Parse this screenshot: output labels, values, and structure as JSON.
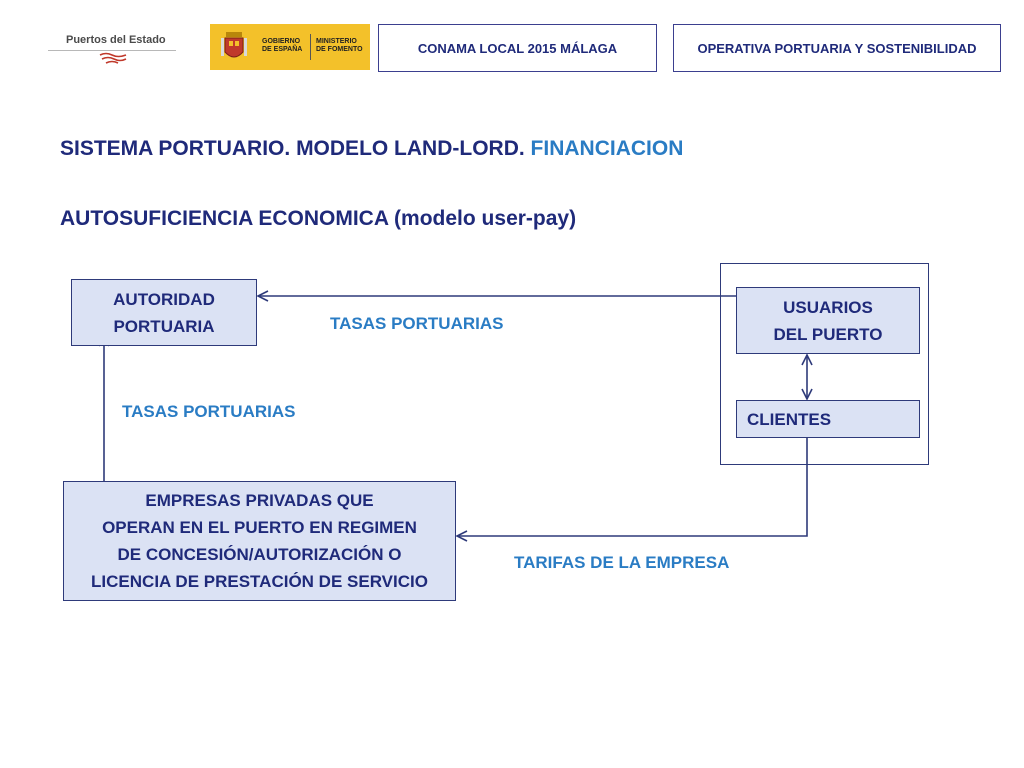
{
  "header": {
    "logo_puertos": "Puertos del Estado",
    "logo_gobierno": [
      "GOBIERNO",
      "DE ESPAÑA"
    ],
    "logo_ministerio": [
      "MINISTERIO",
      "DE FOMENTO"
    ],
    "box_conama": "CONAMA LOCAL 2015 MÁLAGA",
    "box_operativa": "OPERATIVA PORTUARIA Y SOSTENIBILIDAD"
  },
  "titles": {
    "main_part1": "SISTEMA PORTUARIO. MODELO LAND-LORD.",
    "main_part2": " FINANCIACION",
    "subtitle": "AUTOSUFICIENCIA ECONOMICA (modelo user-pay)"
  },
  "diagram": {
    "autoridad": [
      "AUTORIDAD",
      "PORTUARIA"
    ],
    "usuarios": [
      "USUARIOS",
      "DEL PUERTO"
    ],
    "clientes": "CLIENTES",
    "empresas": [
      "EMPRESAS PRIVADAS QUE",
      "OPERAN EN EL PUERTO EN REGIMEN",
      "DE CONCESIÓN/AUTORIZACIÓN O",
      "LICENCIA DE PRESTACIÓN DE SERVICIO"
    ],
    "label_tasas_top": "TASAS PORTUARIAS",
    "label_tasas_left": "TASAS PORTUARIAS",
    "label_tarifas": "TARIFAS DE LA EMPRESA"
  },
  "colors": {
    "title": "#1f2a7a",
    "highlight": "#2a7cc4",
    "box_fill": "#dbe2f4",
    "box_border": "#2e3a7a",
    "gobierno_yellow": "#f3c12a"
  }
}
